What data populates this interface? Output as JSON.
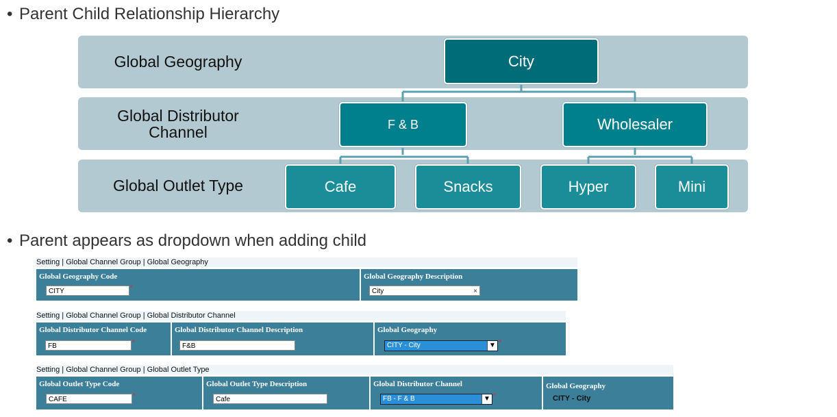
{
  "bullets": {
    "hierarchy": "Parent Child Relationship Hierarchy",
    "dropdown": "Parent appears as dropdown when adding child"
  },
  "bullet_symbol": "•",
  "levels": {
    "geography": "Global Geography",
    "distributor_line1": "Global Distributor",
    "distributor_line2": "Channel",
    "outlet": "Global Outlet Type"
  },
  "nodes": {
    "root": "City",
    "fb": "F & B",
    "wholesaler": "Wholesaler",
    "cafe": "Cafe",
    "snacks": "Snacks",
    "hyper": "Hyper",
    "mini": "Mini"
  },
  "colors": {
    "band": "#b3c9d1",
    "root_node": "#006c78",
    "mid_node": "#00808c",
    "leaf_node": "#1b8d99",
    "form_header": "#3b7f99",
    "connector": "#5b9fb0"
  },
  "form_geography": {
    "breadcrumb": "Setting | Global Channel Group | Global Geography",
    "code_label": "Global Geography Code",
    "code_value": "CITY",
    "desc_label": "Global Geography Description",
    "desc_value": "City",
    "clear_icon": "×"
  },
  "form_distributor": {
    "breadcrumb": "Setting | Global Channel Group | Global Distributor Channel",
    "code_label": "Global Distributor Channel Code",
    "code_value": "FB",
    "desc_label": "Global Distributor Channel Description",
    "desc_value": "F&B",
    "parent_label": "Global Geography",
    "parent_value": "CITY - City"
  },
  "form_outlet": {
    "breadcrumb": "Setting | Global Channel Group | Global Outlet Type",
    "code_label": "Global Outlet Type Code",
    "code_value": "CAFE",
    "desc_label": "Global Outlet Type Description",
    "desc_value": "Cafe",
    "parent_label": "Global Distributor Channel",
    "parent_value": "FB - F & B",
    "grandparent_label": "Global Geography",
    "grandparent_value": "CITY - City"
  },
  "required_mark": "*",
  "dropdown_arrow": "▼"
}
